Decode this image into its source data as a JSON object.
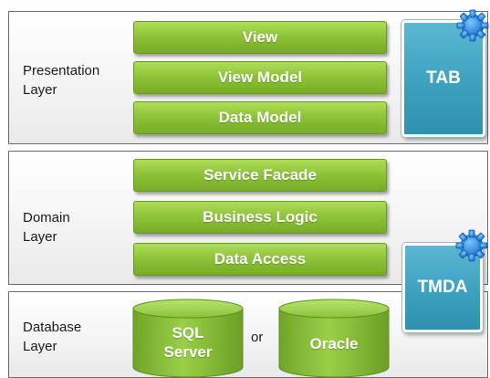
{
  "layers": {
    "presentation": {
      "label_line1": "Presentation",
      "label_line2": "Layer"
    },
    "domain": {
      "label_line1": "Domain",
      "label_line2": "Layer"
    },
    "database": {
      "label_line1": "Database",
      "label_line2": "Layer"
    }
  },
  "presentation_bars": [
    "View",
    "View Model",
    "Data Model"
  ],
  "domain_bars": [
    "Service Facade",
    "Business Logic",
    "Data Access"
  ],
  "databases": {
    "sql_line1": "SQL",
    "sql_line2": "Server",
    "connector": "or",
    "oracle": "Oracle"
  },
  "side_boxes": {
    "tab": "TAB",
    "tmda": "TMDA"
  },
  "colors": {
    "bar_green": "#8fc43a",
    "box_blue": "#3a9fbd",
    "gear_blue": "#1f8fe0"
  }
}
